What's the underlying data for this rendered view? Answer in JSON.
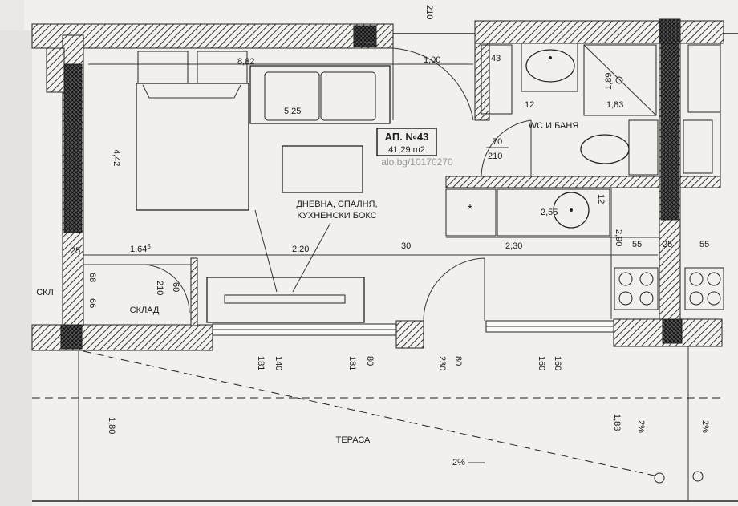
{
  "apartment": {
    "number_label": "АП. №43",
    "area_label": "41,29 m2"
  },
  "rooms": {
    "living_line1": "ДНЕВНА, СПАЛНЯ,",
    "living_line2": "КУХНЕНСКИ БОКС",
    "wc": "WC И БАНЯ",
    "storage": "СКЛАД",
    "terrace": "ТЕРАСА",
    "neighbor_storage": "СКЛ"
  },
  "dimensions": {
    "d_882": "8,82",
    "d_525": "5,25",
    "d_100": "1,00",
    "d_43": "43",
    "d_12": "12",
    "d_183": "1,83",
    "d_189": "1,89",
    "door_70": "70",
    "door_210": "210",
    "d_255": "2,55",
    "d_12b": "12",
    "d_164": "1,64",
    "d_164_sup": "5",
    "d_220": "2,20",
    "d_30": "30",
    "d_230": "2,30",
    "d_55a": "55",
    "d_25a": "25",
    "d_55b": "55",
    "d_25b": "25",
    "d_290": "2,90",
    "d_442": "4,42",
    "d_210t": "210",
    "d_s210": "210",
    "d_s60": "60",
    "d_s68": "68",
    "d_s66": "66",
    "w_181a": "181",
    "w_140": "140",
    "w_181b": "181",
    "w_80a": "80",
    "w_230": "230",
    "w_80b": "80",
    "w_160a": "160",
    "w_160b": "160",
    "t_180": "1,80",
    "t_188": "1,88",
    "slope_a": "2%",
    "slope_b": "2%",
    "slope_c": "2%"
  },
  "watermark": "alo.bg/10170270",
  "kitchen_marker": "*"
}
